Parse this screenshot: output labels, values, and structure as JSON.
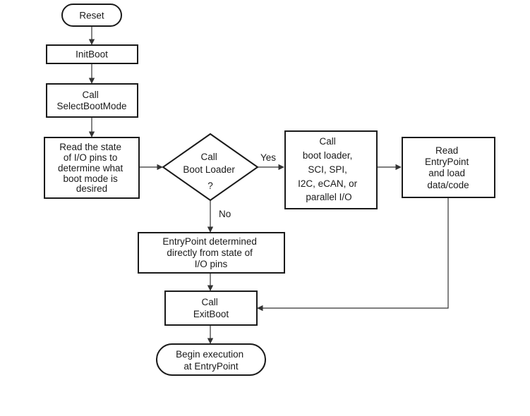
{
  "nodes": {
    "reset": "Reset",
    "init_boot": "InitBoot",
    "select_boot_mode": [
      "Call",
      "SelectBootMode"
    ],
    "read_io_state": [
      "Read the state",
      "of I/O pins to",
      "determine what",
      "boot mode is",
      "desired"
    ],
    "decision": [
      "Call",
      "Boot Loader",
      "?"
    ],
    "call_boot_loader": [
      "Call",
      "boot loader,",
      "SCI, SPI,",
      "I2C, eCAN, or",
      "parallel I/O"
    ],
    "read_entry_point": [
      "Read",
      "EntryPoint",
      "and load",
      "data/code"
    ],
    "entry_point_direct": [
      "EntryPoint determined",
      "directly from state of",
      "I/O pins"
    ],
    "exit_boot": [
      "Call",
      "ExitBoot"
    ],
    "begin_execution": [
      "Begin execution",
      "at EntryPoint"
    ]
  },
  "edge_labels": {
    "yes": "Yes",
    "no": "No"
  }
}
